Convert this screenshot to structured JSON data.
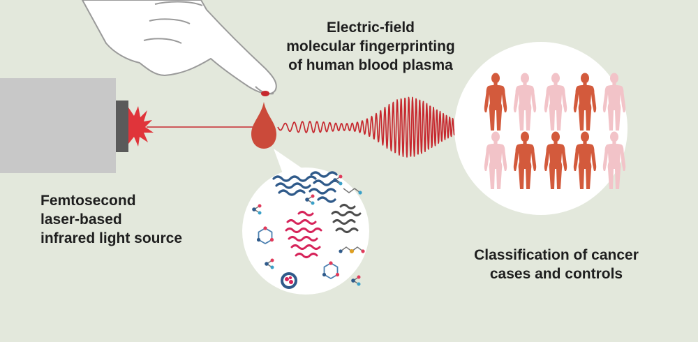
{
  "labels": {
    "title_lines": [
      "Electric-field",
      "molecular fingerprinting",
      "of human blood plasma"
    ],
    "source_lines": [
      "Femtosecond",
      "laser-based",
      "infrared light source"
    ],
    "classification_lines": [
      "Classification of cancer",
      "cases and controls"
    ]
  },
  "figures": {
    "row_1": [
      "case",
      "control",
      "control",
      "case",
      "control"
    ],
    "row_2": [
      "control",
      "case",
      "case",
      "case",
      "control"
    ]
  },
  "colors": {
    "background": "#e3e8dc",
    "laser_red": "#c6282e",
    "blood": "#cb4a3a",
    "case_figure": "#d35a3c",
    "control_figure": "#f2c3c8",
    "device_gray": "#c8c8c8",
    "protein_blue": "#2f5a8a",
    "protein_pink": "#d6245a",
    "protein_dark": "#4d4d4d"
  }
}
